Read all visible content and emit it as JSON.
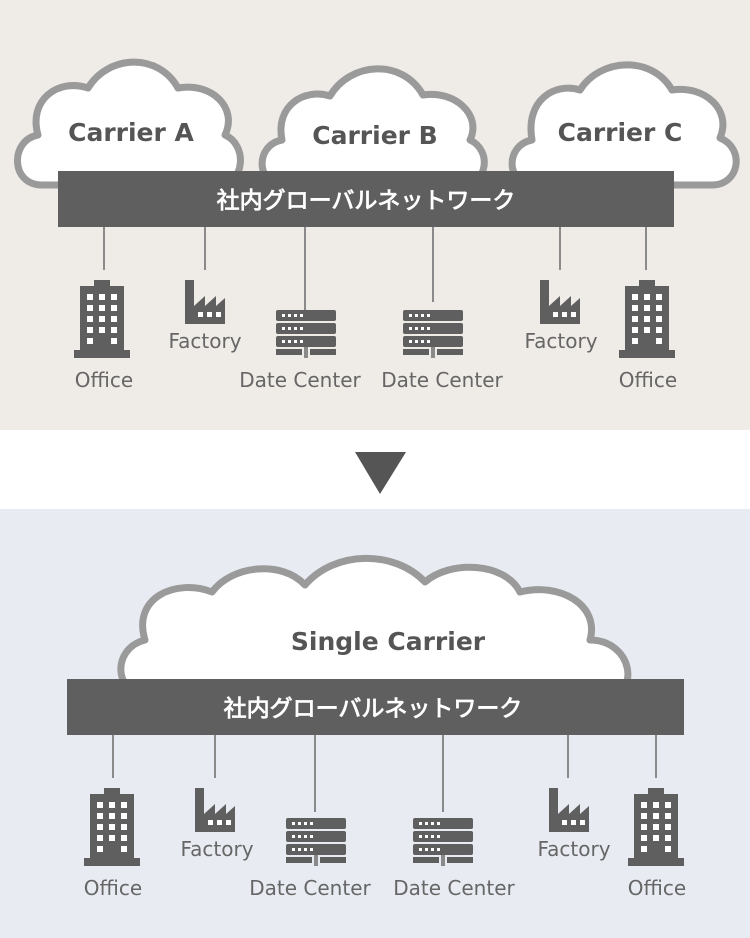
{
  "colors": {
    "top_bg": "#efebe7",
    "bottom_bg": "#e8ecf2",
    "cloud_fill": "#ffffff",
    "cloud_stroke": "#9a9a9a",
    "bar": "#5f5f5f",
    "icon": "#5f5f5f",
    "line": "#8a8a8a",
    "arrow": "#555555"
  },
  "before": {
    "carriers": [
      "Carrier A",
      "Carrier B",
      "Carrier C"
    ],
    "network_label": "社内グローバルネットワーク",
    "nodes": [
      {
        "label": "Office",
        "icon": "office-building-icon"
      },
      {
        "label": "Factory",
        "icon": "factory-icon"
      },
      {
        "label": "Date Center",
        "icon": "server-rack-icon"
      },
      {
        "label": "Date Center",
        "icon": "server-rack-icon"
      },
      {
        "label": "Factory",
        "icon": "factory-icon"
      },
      {
        "label": "Office",
        "icon": "office-building-icon"
      }
    ]
  },
  "transition": {
    "icon": "down-triangle-arrow-icon"
  },
  "after": {
    "carrier": "Single Carrier",
    "network_label": "社内グローバルネットワーク",
    "nodes": [
      {
        "label": "Office",
        "icon": "office-building-icon"
      },
      {
        "label": "Factory",
        "icon": "factory-icon"
      },
      {
        "label": "Date Center",
        "icon": "server-rack-icon"
      },
      {
        "label": "Date Center",
        "icon": "server-rack-icon"
      },
      {
        "label": "Factory",
        "icon": "factory-icon"
      },
      {
        "label": "Office",
        "icon": "office-building-icon"
      }
    ]
  }
}
